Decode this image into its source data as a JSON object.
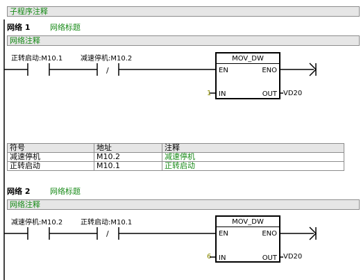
{
  "subroutine_comment": "子程序注释",
  "networks": [
    {
      "title": "网络 1",
      "subtitle": "网络标题",
      "comment": "网络注释",
      "contact1": {
        "label": "正转启动:M10.1"
      },
      "contact2": {
        "label": "减速停机:M10.2",
        "symbol": "/"
      },
      "block": {
        "name": "MOV_DW",
        "en": "EN",
        "eno": "ENO",
        "in": "IN",
        "out": "OUT",
        "in_value": "1",
        "out_value": "VD20"
      }
    },
    {
      "title": "网络 2",
      "subtitle": "网络标题",
      "comment": "网络注释",
      "contact1": {
        "label": "减速停机:M10.2"
      },
      "contact2": {
        "label": "正转启动:M10.1",
        "symbol": "/"
      },
      "block": {
        "name": "MOV_DW",
        "en": "EN",
        "eno": "ENO",
        "in": "IN",
        "out": "OUT",
        "in_value": "6",
        "out_value": "VD20"
      }
    }
  ],
  "symbol_table": {
    "headers": [
      "符号",
      "地址",
      "注释"
    ],
    "rows": [
      [
        "减速停机",
        "M10.2",
        "减速停机"
      ],
      [
        "正转启动",
        "M10.1",
        "正转启动"
      ]
    ]
  },
  "colors": {
    "accent_green": "#178a17",
    "in_value_color": "#8a8a00",
    "band_bg": "#e6e6e6"
  }
}
